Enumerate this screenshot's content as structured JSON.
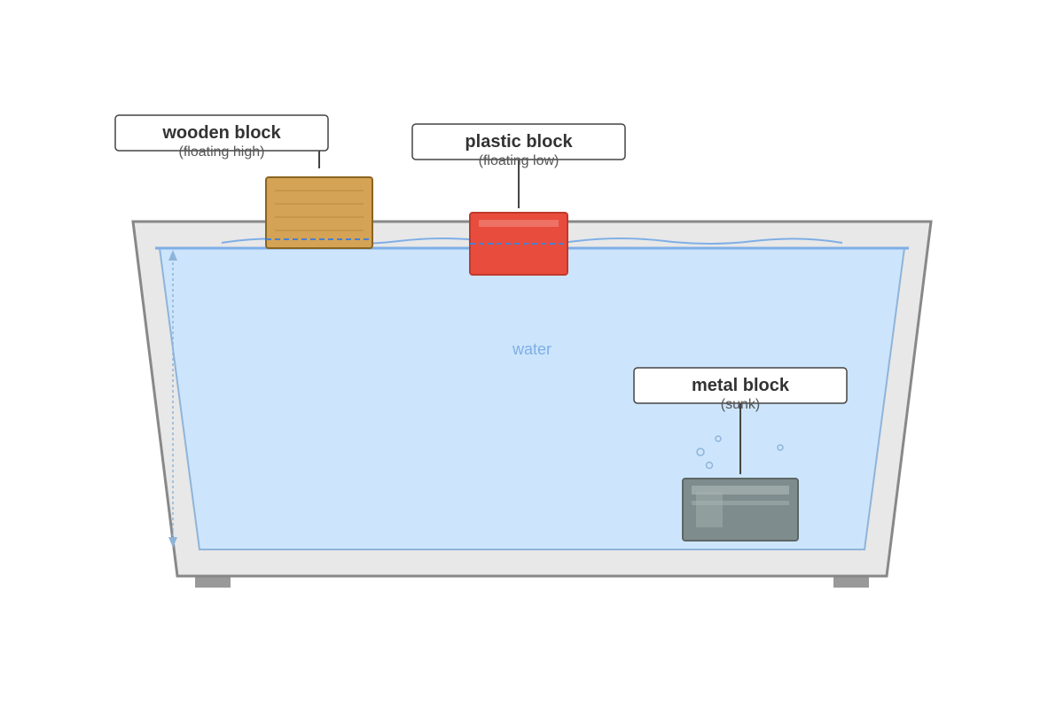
{
  "labels": {
    "wood": {
      "title": "wooden block",
      "subtitle": "(floating high)"
    },
    "plastic": {
      "title": "plastic block",
      "subtitle": "(floating low)"
    },
    "metal": {
      "title": "metal block",
      "subtitle": "(sunk)"
    }
  },
  "water_label": "water",
  "colors": {
    "tank_fill": "#e8e8e8",
    "tank_stroke": "#888888",
    "water_fill": "#cce5fc",
    "water_stroke": "#8fb4d9",
    "water_line": "#7faee6",
    "wood_fill": "#d4a355",
    "wood_stroke": "#8a6420",
    "plastic_fill": "#e84c3d",
    "plastic_stroke": "#c0392b",
    "metal_fill": "#7f8c8d",
    "metal_stroke": "#5d6666",
    "water_text": "#7faee6"
  }
}
